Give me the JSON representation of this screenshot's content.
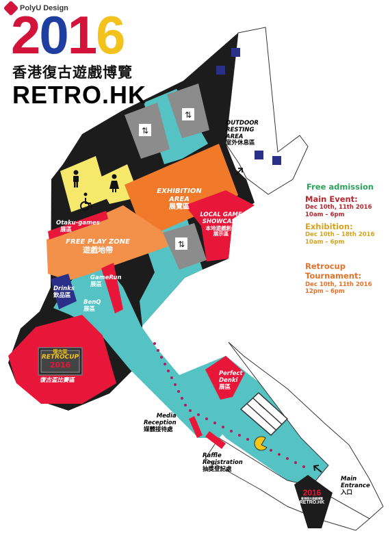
{
  "header": {
    "brand": "PolyU Design",
    "year_digits": [
      "2",
      "0",
      "1",
      "6"
    ],
    "year_colors": [
      "#d2143a",
      "#1f3fa0",
      "#d2143a",
      "#f4c21d"
    ],
    "chinese_title": "香港復古遊戲博覽",
    "english_title": "RETRO.HK"
  },
  "areas": {
    "outdoor": {
      "en": "OUTDOOR\nRESTING\nAREA",
      "zh": "室外休息區"
    },
    "exhibition": {
      "en": "EXHIBITION AREA",
      "zh": "展覽區"
    },
    "free_play": {
      "en": "FREE PLAY ZONE",
      "zh": "遊戲地帶"
    },
    "local_game": {
      "en": "LOCAL GAME\nSHOWCASE",
      "zh": "本地遊戲創作\n展示區"
    },
    "otaku": {
      "en": "Otaku-games",
      "zh": "展區"
    },
    "gamerun": {
      "en": "GameRun",
      "zh": "展區"
    },
    "drinks": {
      "en": "Drinks",
      "zh": "飲品區"
    },
    "benq": {
      "en": "BenQ",
      "zh": "展區"
    },
    "retrocup_area": {
      "zh": "復古盃比賽區"
    },
    "perfect_denki": {
      "en": "Perfect\nDenki",
      "zh": "展區"
    },
    "media": {
      "en": "Media\nReception",
      "zh": "媒體接待處"
    },
    "raffle": {
      "en": "Raffle\nRegistration",
      "zh": "抽獎登記處"
    },
    "entrance": {
      "en": "Main\nEntrance",
      "zh": "入口"
    }
  },
  "badges": {
    "retrocup": {
      "top": "復古盃",
      "mid": "RETROCUP",
      "year": "2016"
    },
    "entrance": {
      "year": "2016",
      "zh": "香港復古遊戲博覽",
      "name": "RETRO.HK"
    }
  },
  "icons": {
    "toilet_male": "male-toilet-icon",
    "toilet_female": "female-toilet-icon",
    "accessible": "wheelchair-icon",
    "escalator": "escalator-icon",
    "arrow": "arrow-icon",
    "pacman": "pacman-icon"
  },
  "info": {
    "free_admission": "Free admission",
    "main_event_head": "Main Event:",
    "main_event_dates": "Dec 10th, 11th 2016",
    "main_event_time": "10am – 6pm",
    "exhibition_head": "Exhibition:",
    "exhibition_dates": "Dec 10th – 18th 2016",
    "exhibition_time": "10am – 6pm",
    "retrocup_head": "Retrocup\nTournament:",
    "retrocup_dates": "Dec 10th, 11th 2016",
    "retrocup_time": "12pm – 6pm"
  },
  "colors": {
    "teal": "#55c3c3",
    "black": "#1c1c1c",
    "red": "#e8173a",
    "orange": "#f07a2a",
    "light_orange": "#f3904a",
    "gray": "#8c8c8c",
    "navy": "#2a3088",
    "yellow": "#f5e86a",
    "green": "#2aa25b",
    "dark_red": "#b7252e",
    "gold": "#d6a221",
    "info_orange": "#e8712a"
  }
}
